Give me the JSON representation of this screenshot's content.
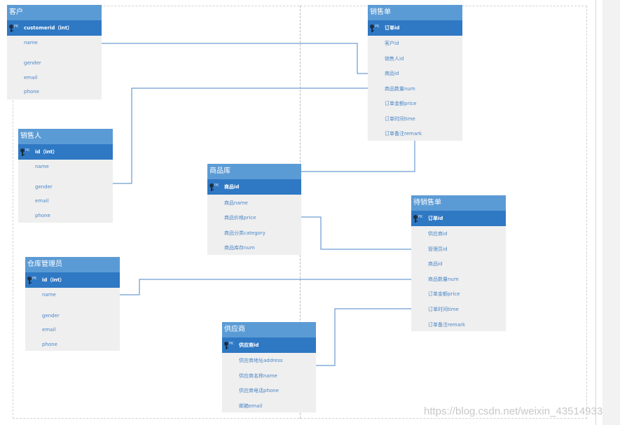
{
  "watermark": "https://blog.csdn.net/weixin_43514933",
  "diagram": {
    "entities": {
      "customer": {
        "title": "客户",
        "pk_marker": "PK",
        "pk_field": "customerid（int）",
        "fields": [
          "name",
          "gender",
          "email",
          "phone"
        ]
      },
      "salesperson": {
        "title": "销售人",
        "pk_marker": "PK",
        "pk_field": "id（int）",
        "fields": [
          "name",
          "gender",
          "email",
          "phone"
        ]
      },
      "warehouse_admin": {
        "title": "仓库管理员",
        "pk_marker": "PK",
        "pk_field": "id（int）",
        "fields": [
          "name",
          "gender",
          "email",
          "phone"
        ]
      },
      "sales_order": {
        "title": "销售单",
        "pk_marker": "PK",
        "pk_field": "订单id",
        "fields": [
          "客户id",
          "销售人id",
          "商品id",
          "商品数量num",
          "订单金额price",
          "订单时间time",
          "订单备注remark"
        ]
      },
      "product_store": {
        "title": "商品库",
        "pk_marker": "PK",
        "pk_field": "商品id",
        "fields": [
          "商品name",
          "商品价格price",
          "商品分类category",
          "商品库存num"
        ]
      },
      "pending_order": {
        "title": "待销售单",
        "pk_marker": "PK",
        "pk_field": "订单id",
        "fields": [
          "供应商id",
          "管理员id",
          "商品id",
          "商品数量num",
          "订单金额price",
          "订单时间time",
          "订单备注remark"
        ]
      },
      "supplier": {
        "title": "供应商",
        "pk_marker": "PK",
        "pk_field": "供应商id",
        "fields": [
          "供应商地址address",
          "供应商名称name",
          "供应商电话phone",
          "邮箱email"
        ]
      }
    },
    "colors": {
      "header": "#5b9bd5",
      "pk_row": "#2f78c4",
      "body": "#efefef",
      "field_text": "#4a86c6",
      "connector": "#4a86c6"
    }
  }
}
